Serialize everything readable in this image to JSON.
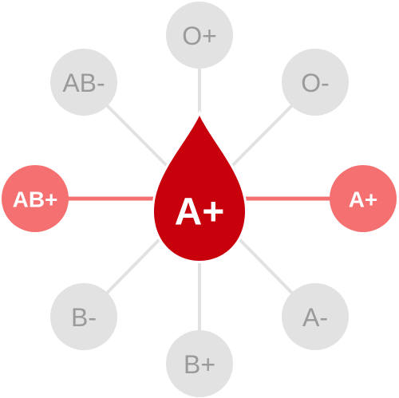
{
  "center": {
    "label": "A+",
    "color": "#c8000c",
    "text_color": "#ffffff"
  },
  "colors": {
    "inactive_fill": "#e2e2e2",
    "inactive_text": "#9a9a9a",
    "inactive_line": "#e2e2e2",
    "active_fill": "#f57070",
    "active_text": "#ffffff",
    "active_line": "#f57070"
  },
  "nodes": [
    {
      "id": "o-pos",
      "label": "O+",
      "active": false
    },
    {
      "id": "o-neg",
      "label": "O-",
      "active": false
    },
    {
      "id": "a-pos",
      "label": "A+",
      "active": true
    },
    {
      "id": "a-neg",
      "label": "A-",
      "active": false
    },
    {
      "id": "b-pos",
      "label": "B+",
      "active": false
    },
    {
      "id": "b-neg",
      "label": "B-",
      "active": false
    },
    {
      "id": "ab-pos",
      "label": "AB+",
      "active": true
    },
    {
      "id": "ab-neg",
      "label": "AB-",
      "active": false
    }
  ]
}
